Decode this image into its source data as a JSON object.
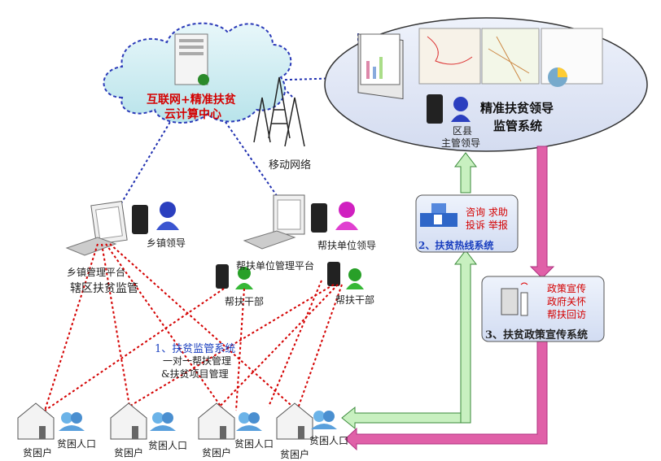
{
  "cloud": {
    "line1": "互联网+精准扶贫",
    "line2": "云计算中心"
  },
  "mobile_network": "移动网络",
  "leader_system": {
    "title_line1": "精准扶贫领导",
    "title_line2": "监管系统",
    "sub_line1": "区县",
    "sub_line2": "主管领导"
  },
  "hotline": {
    "items_line1": "咨询 求助",
    "items_line2": "投诉 举报",
    "title": "2、扶贫热线系统"
  },
  "policy": {
    "items": [
      "政策宣传",
      "政府关怀",
      "帮扶回访"
    ],
    "title": "3、扶贫政策宣传系统"
  },
  "town": {
    "leader": "乡镇领导",
    "platform": "乡镇管理平台",
    "supervision": "辖区扶贫监管"
  },
  "unit": {
    "leader": "帮扶单位领导",
    "platform": "帮扶单位管理平台"
  },
  "cadres": [
    "帮扶干部",
    "帮扶干部"
  ],
  "supervision_system": {
    "title": "1、扶贫监管系统",
    "line1": "一对一帮扶管理",
    "line2": "&扶贫项目管理"
  },
  "households": [
    {
      "house": "贫困户",
      "people": "贫困人口"
    },
    {
      "house": "贫困户",
      "people": "贫困人口"
    },
    {
      "house": "贫困户",
      "people": "贫困人口"
    },
    {
      "house": "贫困户",
      "people": "贫困人口"
    }
  ],
  "colors": {
    "blue_link": "#1f2fb0",
    "red_link": "#d40000",
    "green_arrow": "#c8f0c0",
    "pink_arrow": "#e060a8"
  }
}
